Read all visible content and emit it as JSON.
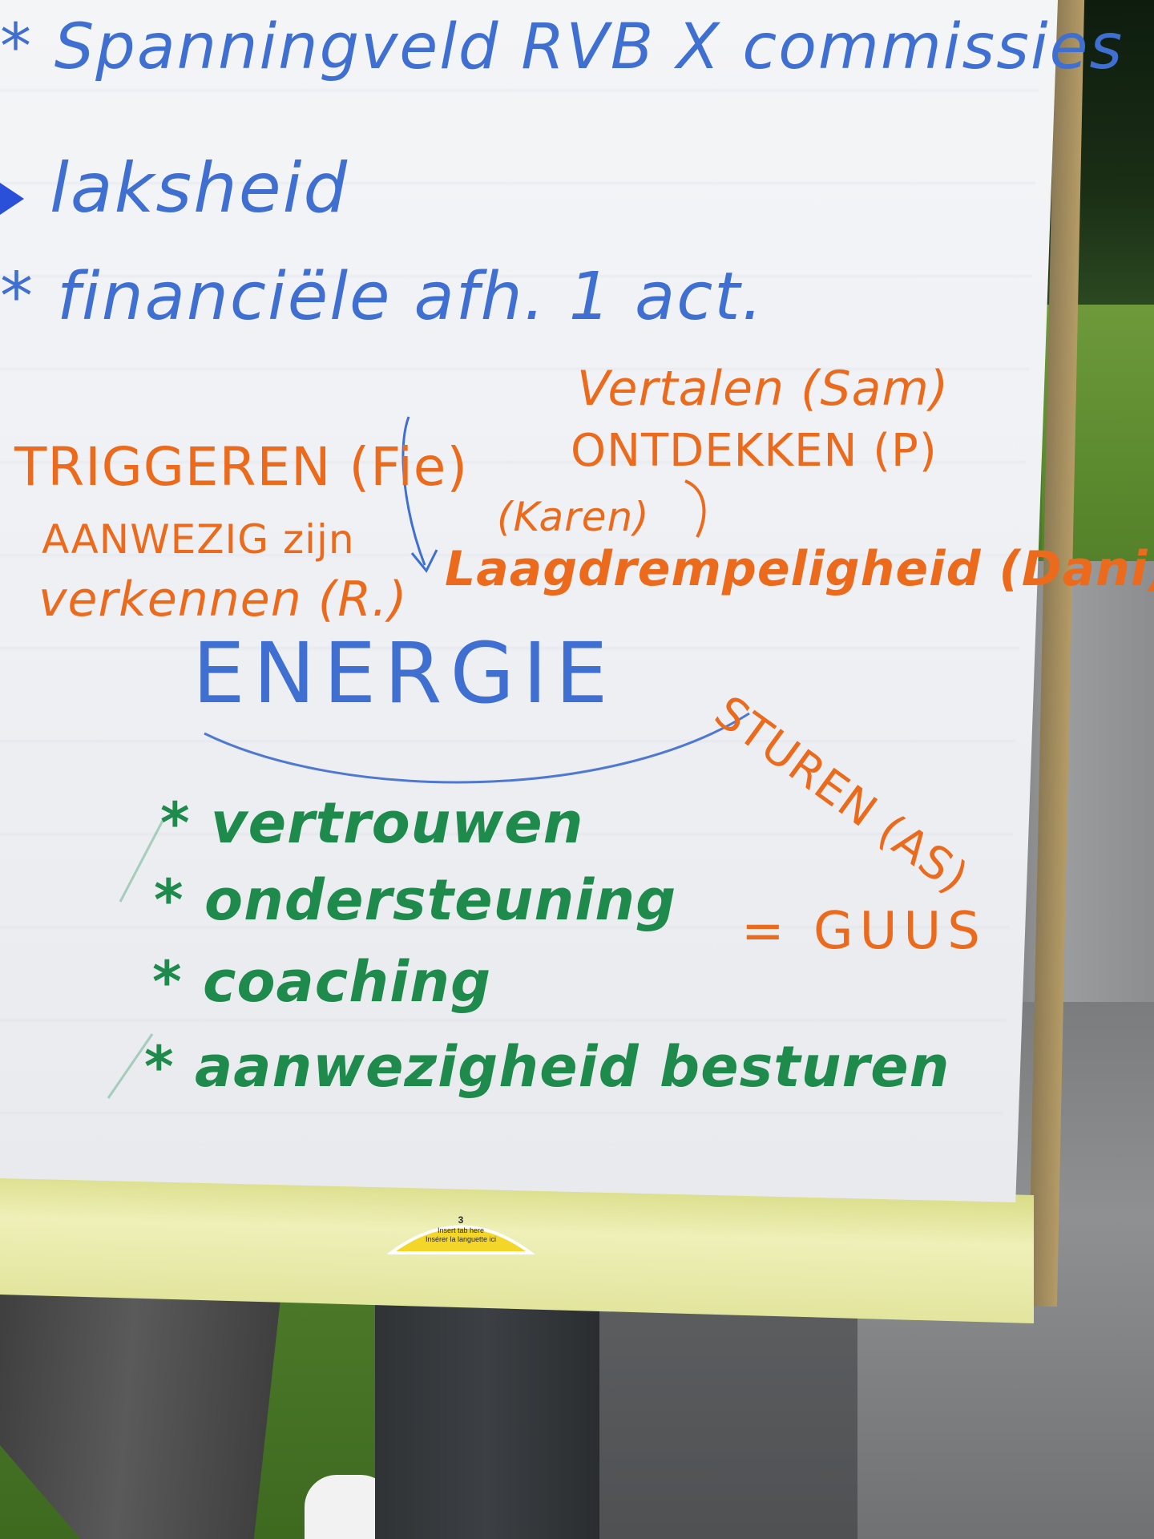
{
  "flipchart": {
    "blue_lines": [
      "* Spanningveld RVB X commissies",
      "laksheid",
      "* financiële afh. 1 act.",
      "ENERGIE"
    ],
    "orange_lines": [
      "Vertalen (Sam)",
      "ONTDEKKEN (P)",
      "TRIGGEREN (Fie)",
      "AANWEZIG zijn",
      "(Karen)",
      "verkennen (R.)",
      "Laagdrempeligheid (Dani)",
      "STUREN (AS)",
      "= GUUS"
    ],
    "green_list": [
      "* vertrouwen",
      "* ondersteuning",
      "* coaching",
      "* aanwezigheid besturen"
    ],
    "tab_label": {
      "number": "3",
      "line1": "Insert tab here",
      "line2": "Insérer la languette ici"
    }
  },
  "colors": {
    "marker_blue": "#3f6fd1",
    "marker_orange": "#ec6a1c",
    "marker_green": "#1e8a4c",
    "paper": "#f2f3f5",
    "tab_yellow": "#f4d628",
    "binding_yellow": "#eef0b8"
  }
}
